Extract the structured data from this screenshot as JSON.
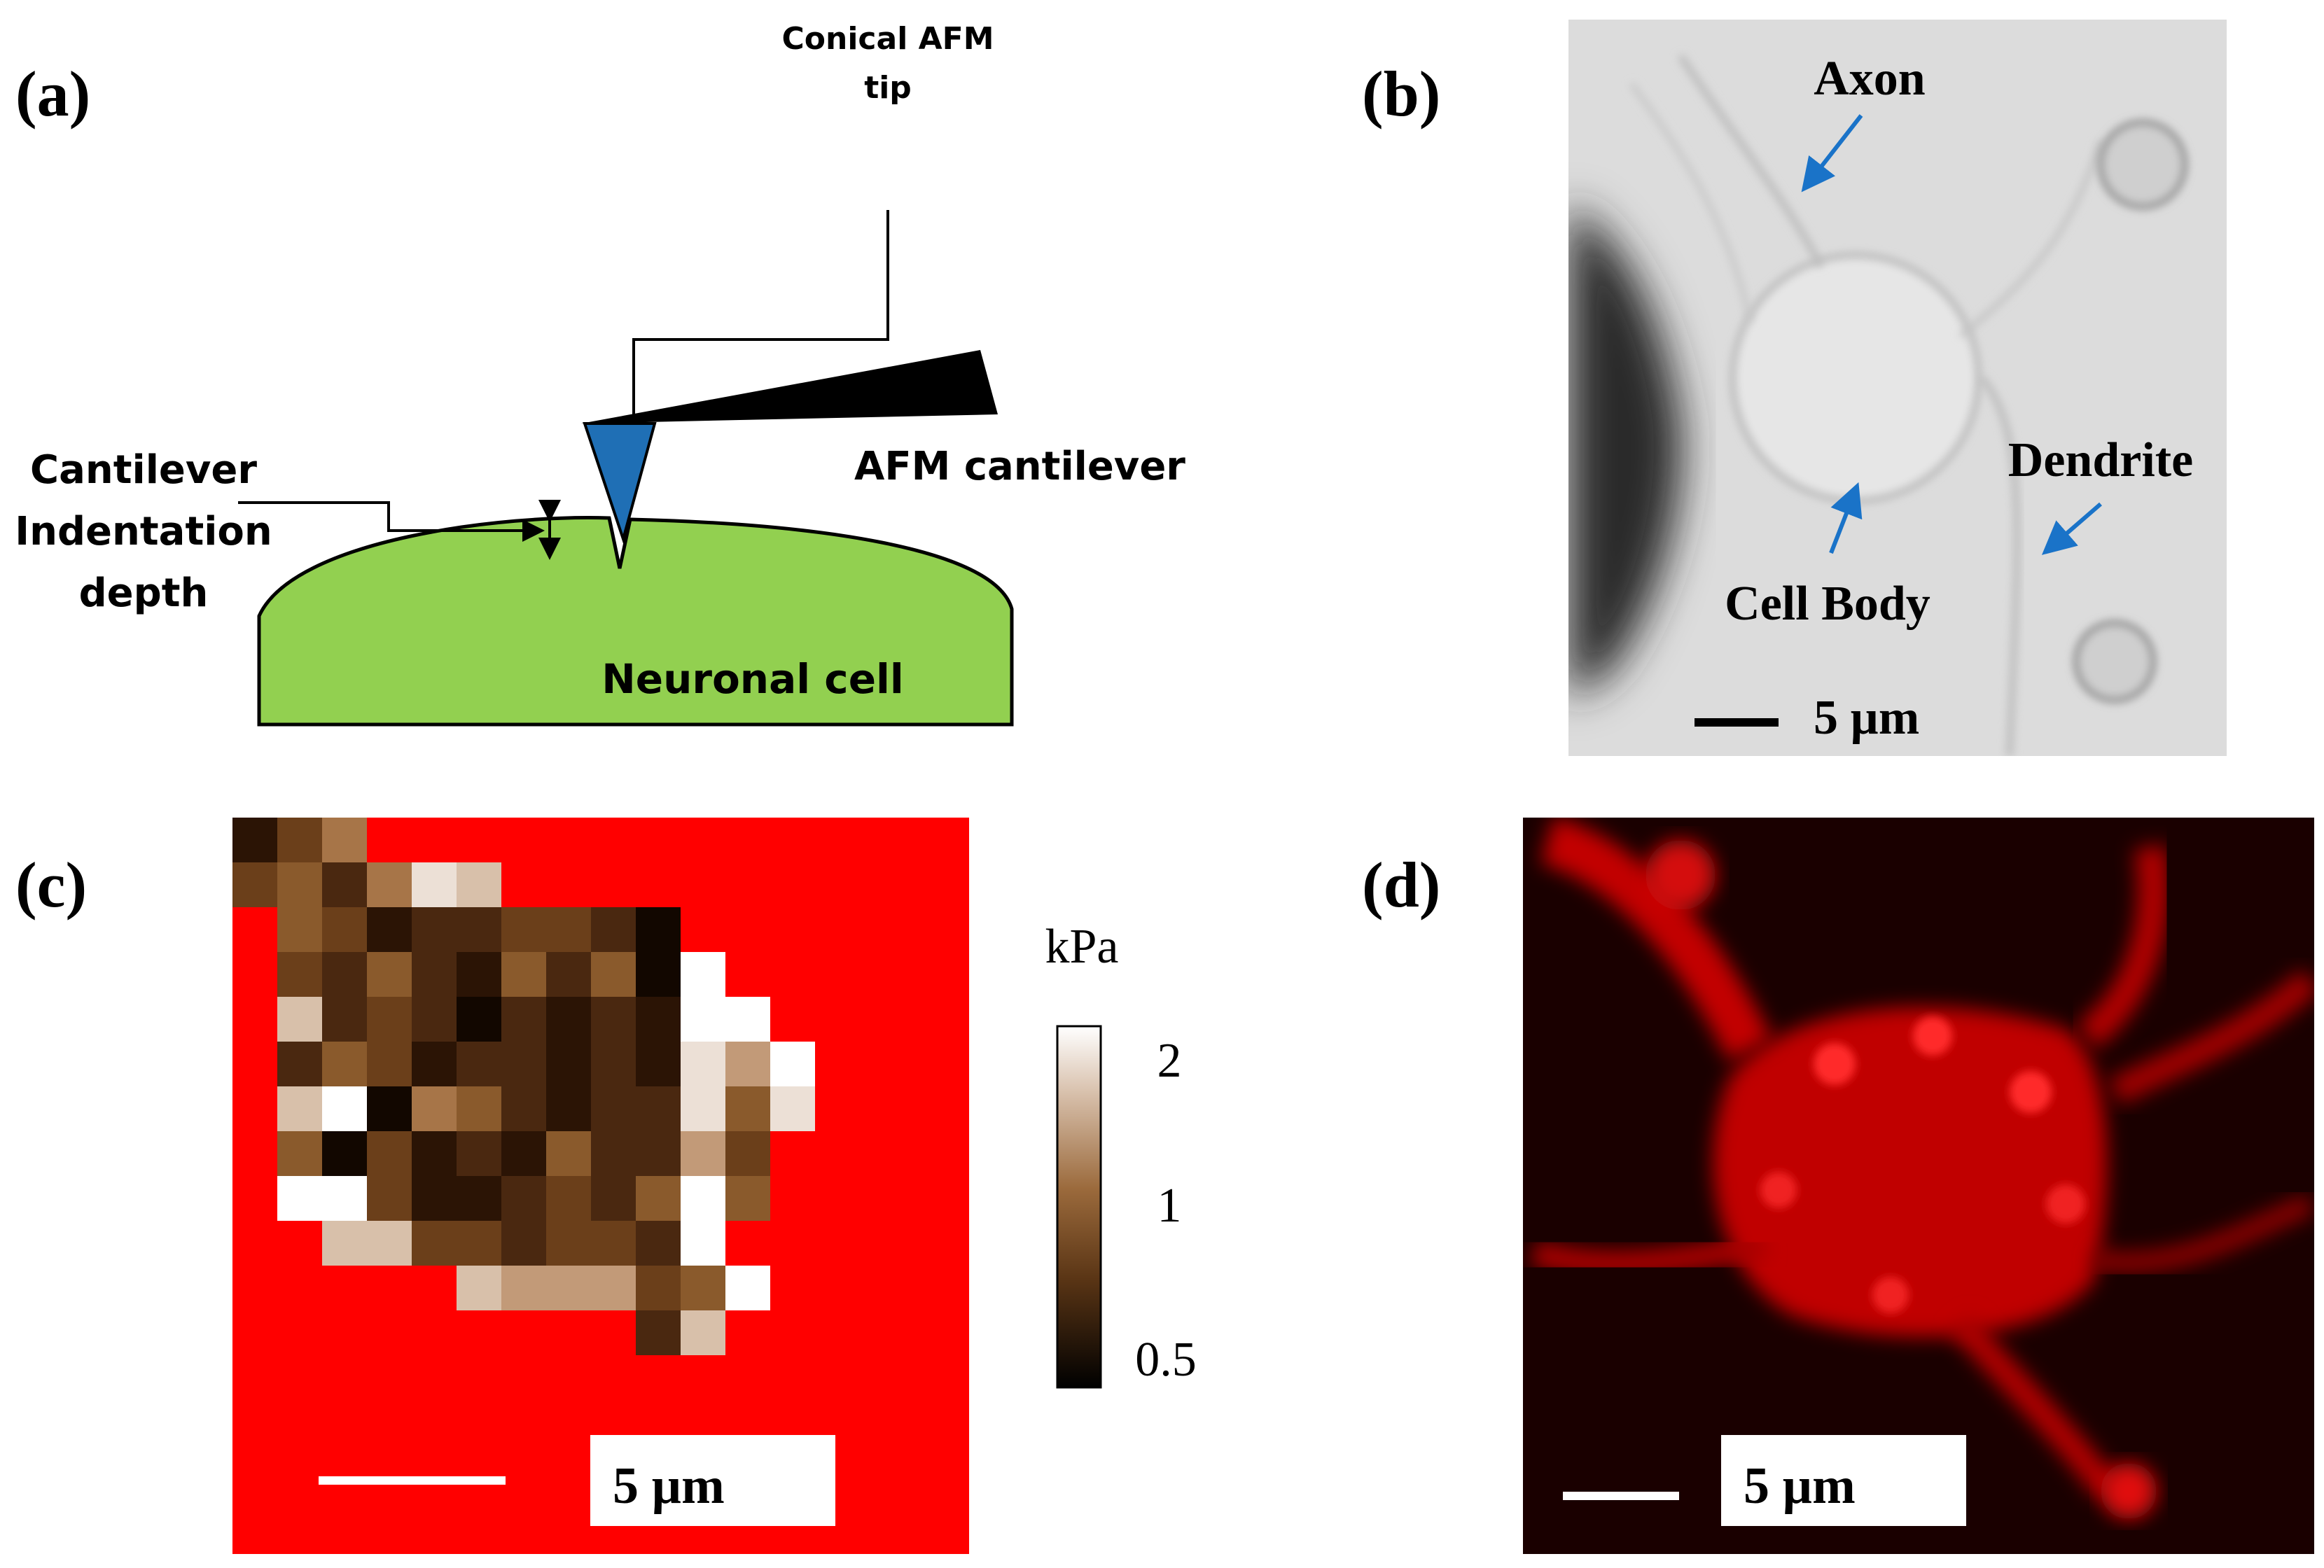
{
  "panels": {
    "a": {
      "letter": "(a)",
      "tip_label_line1": "Conical AFM",
      "tip_label_line2": "tip",
      "cantilever_label": "AFM cantilever",
      "depth_label_line1": "Cantilever",
      "depth_label_line2": "Indentation",
      "depth_label_line3": "depth",
      "cell_label": "Neuronal cell",
      "colors": {
        "cell": "#92d050",
        "tip": "#1f6fb5",
        "cantilever": "#000000"
      }
    },
    "b": {
      "letter": "(b)",
      "axon_label": "Axon",
      "dendrite_label": "Dendrite",
      "cellbody_label": "Cell Body",
      "scale_label": "5 µm",
      "arrow_color": "#1a73c8"
    },
    "c": {
      "letter": "(c)",
      "unit_label": "kPa",
      "colorbar_ticks": [
        "2",
        "1",
        "0.5"
      ],
      "scale_label": "5 µm",
      "background_color": "#ff0000"
    },
    "d": {
      "letter": "(d)",
      "scale_label": "5 µm"
    }
  }
}
